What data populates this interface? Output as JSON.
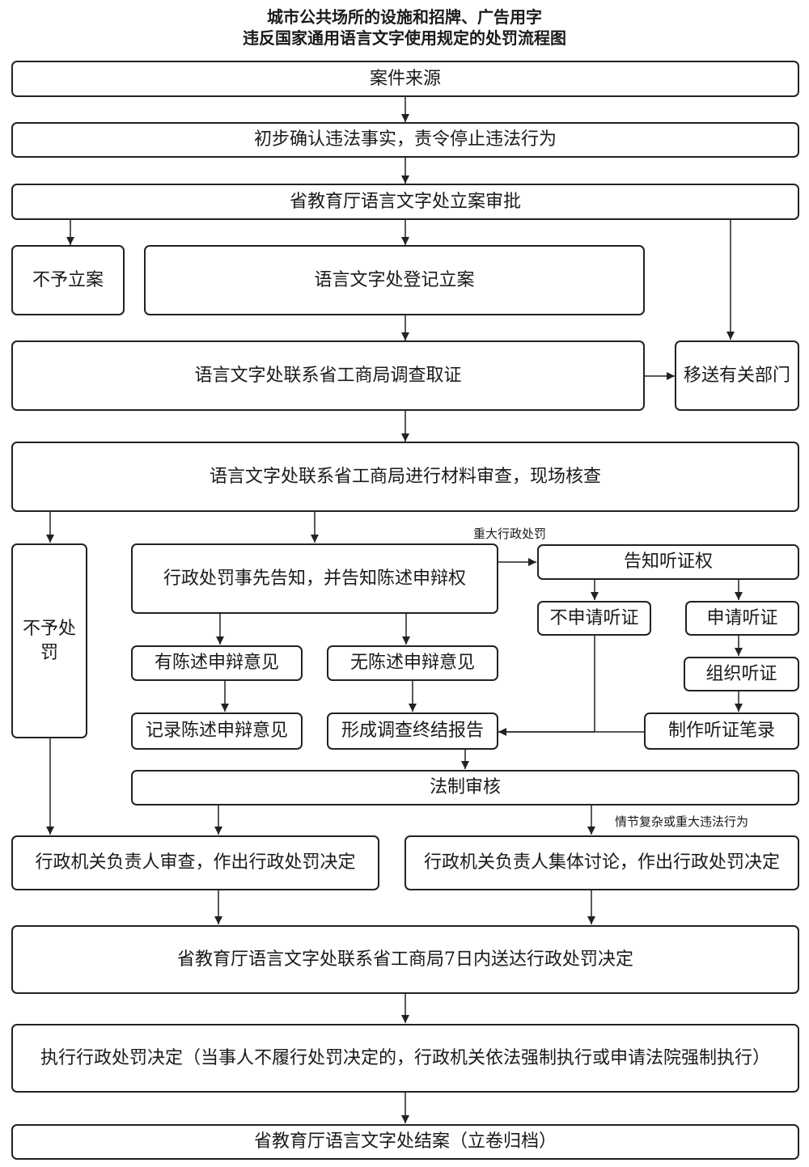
{
  "title": {
    "line1": "城市公共场所的设施和招牌、广告用字",
    "line2": "违反国家通用语言文字使用规定的处罚流程图"
  },
  "nodes": {
    "case_source": "案件来源",
    "preliminary_confirm": "初步确认违法事实，责令停止违法行为",
    "filing_approval": "省教育厅语言文字处立案审批",
    "no_filing": "不予立案",
    "register_filing": "语言文字处登记立案",
    "investigate": "语言文字处联系省工商局调查取证",
    "transfer": "移送有关部门",
    "material_review": "语言文字处联系省工商局进行材料审查，现场核查",
    "no_penalty": "不予处罚",
    "prior_notice": "行政处罚事先告知，并告知陈述申辩权",
    "hearing_right": "告知听证权",
    "has_defense": "有陈述申辩意见",
    "no_defense": "无陈述申辩意见",
    "no_hearing": "不申请听证",
    "apply_hearing": "申请听证",
    "organize_hearing": "组织听证",
    "record_defense": "记录陈述申辩意见",
    "final_report": "形成调查终结报告",
    "hearing_record": "制作听证笔录",
    "legal_review": "法制审核",
    "head_review": "行政机关负责人审查，作出行政处罚决定",
    "collective_discussion": "行政机关负责人集体讨论，作出行政处罚决定",
    "deliver_decision": "省教育厅语言文字处联系省工商局7日内送达行政处罚决定",
    "execute_decision": "执行行政处罚决定（当事人不履行处罚决定的，行政机关依法强制执行或申请法院强制执行）",
    "close_case": "省教育厅语言文字处结案（立卷归档）"
  },
  "notes": {
    "major_penalty": "重大行政处罚",
    "complex_case": "情节复杂或重大违法行为"
  }
}
